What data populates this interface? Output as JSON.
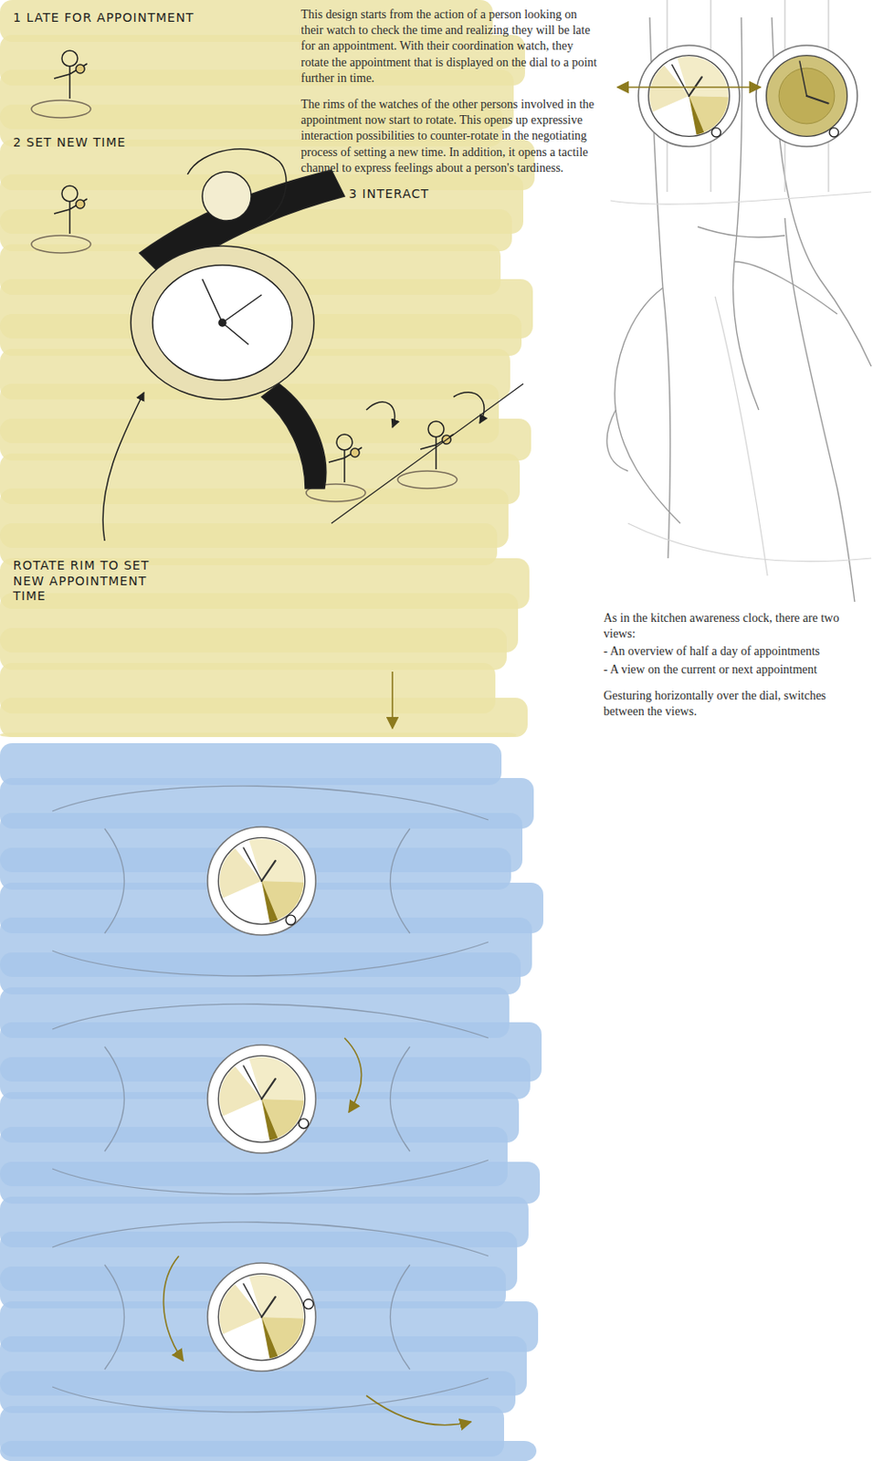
{
  "diagram": {
    "nodes": [
      {
        "text": [
          "This design starts from the action of a person looking on their watch to check the time and realizing they will be late for an appointment. With their coordination watch, they rotate the appointment that is displayed on the dial to a point further in time.",
          "The rims of the watches of the other persons involved in the appointment now start to rotate. This opens up expressive interaction possibilities to counter-rotate in the negotiating process of setting a new time. In addition, it opens a tactile channel to express feelings about a person's tardiness.",
          "1 LATE FOR APPOINTMENT",
          "2 SET NEW TIME",
          "3 INTERACT",
          "ROTATE RIM TO SET NEW APPOINTMENT TIME"
        ]
      }
    ],
    "labels": [
      "As in the kitchen awareness clock, there are two views:",
      "- An overview of half a day of appointments",
      "- A view on the current or next appointment",
      "Gesturing horizontally over the dial, switches between the views."
    ]
  }
}
